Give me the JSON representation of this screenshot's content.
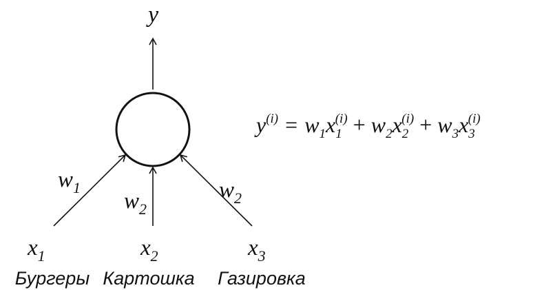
{
  "diagram": {
    "output": {
      "symbol": "y"
    },
    "inputs": [
      {
        "symbol": "x",
        "sub": "1",
        "caption": "Бургеры"
      },
      {
        "symbol": "x",
        "sub": "2",
        "caption": "Картошка"
      },
      {
        "symbol": "x",
        "sub": "3",
        "caption": "Газировка"
      }
    ],
    "weights": [
      {
        "symbol": "w",
        "sub": "1"
      },
      {
        "symbol": "w",
        "sub": "2"
      },
      {
        "symbol": "w",
        "sub": "2"
      }
    ],
    "formula": {
      "lhs": "y",
      "lhs_sup": "(i)",
      "equals": "=",
      "plus": "+",
      "terms": [
        {
          "w": "w",
          "w_sub": "1",
          "x": "x",
          "x_sub": "1",
          "x_sup": "(i)"
        },
        {
          "w": "w",
          "w_sub": "2",
          "x": "x",
          "x_sub": "2",
          "x_sup": "(i)"
        },
        {
          "w": "w",
          "w_sub": "3",
          "x": "x",
          "x_sub": "3",
          "x_sup": "(i)"
        }
      ]
    }
  }
}
